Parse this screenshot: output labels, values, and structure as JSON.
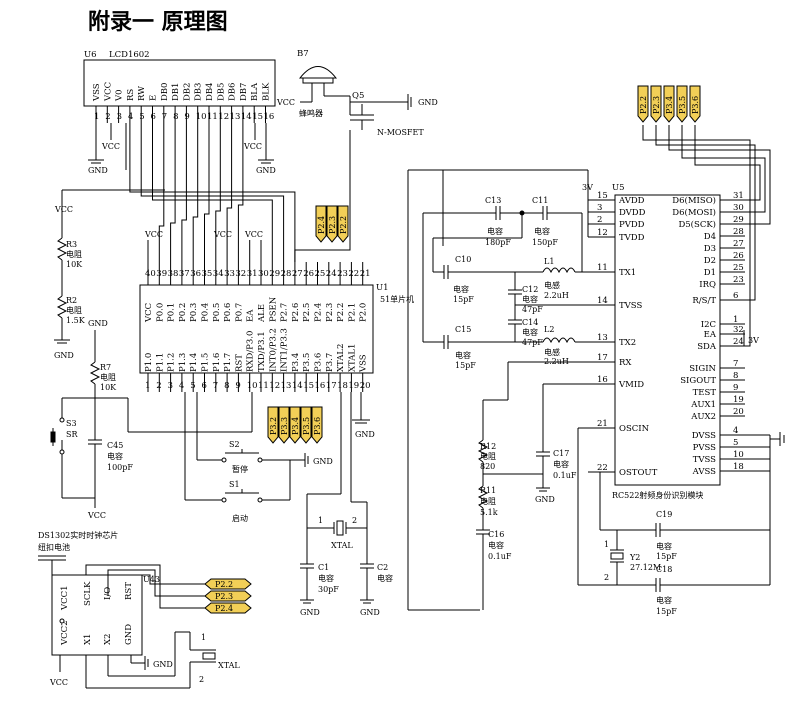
{
  "title": "附录一  原理图",
  "lcd": {
    "ref": "U6",
    "part": "LCD1602",
    "pins": [
      "VSS",
      "VCC",
      "V0",
      "RS",
      "RW",
      "E",
      "DB0",
      "DB1",
      "DB2",
      "DB3",
      "DB4",
      "DB5",
      "DB6",
      "DB7",
      "BLA",
      "BLK"
    ],
    "nums": [
      "1",
      "2",
      "3",
      "4",
      "5",
      "6",
      "7",
      "8",
      "9",
      "10",
      "11",
      "12",
      "13",
      "14",
      "15",
      "16"
    ]
  },
  "buzzer": {
    "ref": "B7",
    "label": "蜂鸣器",
    "vcc": "VCC"
  },
  "mosfet": {
    "ref": "Q5",
    "type": "N-MOSFET",
    "gnd": "GND"
  },
  "mcu": {
    "ref": "U1",
    "part": "51单片机",
    "top_names": [
      "VCC",
      "P0.0",
      "P0.1",
      "P0.2",
      "P0.3",
      "P0.4",
      "P0.5",
      "P0.6",
      "P0.7",
      "EA",
      "ALE",
      "PSEN",
      "P2.7",
      "P2.6",
      "P2.5",
      "P2.4",
      "P2.3",
      "P2.2",
      "P2.1",
      "P2.0"
    ],
    "top_nums": [
      "40",
      "39",
      "38",
      "37",
      "36",
      "35",
      "34",
      "33",
      "32",
      "31",
      "30",
      "29",
      "28",
      "27",
      "26",
      "25",
      "24",
      "23",
      "22",
      "21"
    ],
    "bot_names": [
      "P1.0",
      "P1.1",
      "P1.2",
      "P1.3",
      "P1.4",
      "P1.5",
      "P1.6",
      "P1.7",
      "RST",
      "RXD/P3.0",
      "TXD/P3.1",
      "INT0/P3.2",
      "INT1/P3.3",
      "P3.4",
      "P3.5",
      "P3.6",
      "P3.7",
      "XTAL2",
      "XTAL1",
      "VSS"
    ],
    "bot_nums": [
      "1",
      "2",
      "3",
      "4",
      "5",
      "6",
      "7",
      "8",
      "9",
      "10",
      "11",
      "12",
      "13",
      "14",
      "15",
      "16",
      "17",
      "18",
      "19",
      "20"
    ],
    "top_tags": [
      "P2.4",
      "P2.3",
      "P2.2"
    ],
    "bot_tags": [
      "P3.2",
      "P3.3",
      "P3.4",
      "P3.5",
      "P3.6"
    ],
    "gnd": "GND"
  },
  "rc522": {
    "ref": "U5",
    "part": "RC522射频身份识别模块",
    "supply": "3V",
    "left_pins": [
      {
        "num": "15",
        "name": "AVDD"
      },
      {
        "num": "3",
        "name": "DVDD"
      },
      {
        "num": "2",
        "name": "PVDD"
      },
      {
        "num": "12",
        "name": "TVDD"
      },
      {
        "num": "11",
        "name": "TX1"
      },
      {
        "num": "14",
        "name": "TVSS"
      },
      {
        "num": "13",
        "name": "TX2"
      },
      {
        "num": "17",
        "name": "RX"
      },
      {
        "num": "16",
        "name": "VMID"
      },
      {
        "num": "21",
        "name": "OSCIN"
      },
      {
        "num": "22",
        "name": "OSTOUT"
      }
    ],
    "right_pins": [
      {
        "num": "31",
        "name": "D6(MISO)"
      },
      {
        "num": "30",
        "name": "D6(MOSI)"
      },
      {
        "num": "29",
        "name": "D5(SCK)"
      },
      {
        "num": "28",
        "name": "D4"
      },
      {
        "num": "27",
        "name": "D3"
      },
      {
        "num": "26",
        "name": "D2"
      },
      {
        "num": "25",
        "name": "D1"
      },
      {
        "num": "23",
        "name": "IRQ"
      },
      {
        "num": "6",
        "name": "R/S/T"
      },
      {
        "num": "1",
        "name": "I2C"
      },
      {
        "num": "32",
        "name": "EA"
      },
      {
        "num": "24",
        "name": "SDA"
      },
      {
        "num": "7",
        "name": "SIGIN"
      },
      {
        "num": "8",
        "name": "SIGOUT"
      },
      {
        "num": "9",
        "name": "TEST"
      },
      {
        "num": "19",
        "name": "AUX1"
      },
      {
        "num": "20",
        "name": "AUX2"
      },
      {
        "num": "4",
        "name": "DVSS"
      },
      {
        "num": "5",
        "name": "PVSS"
      },
      {
        "num": "10",
        "name": "TVSS"
      },
      {
        "num": "18",
        "name": "AVSS"
      }
    ],
    "ea_supply": "3V",
    "top_tags": [
      "P2.2",
      "P2.3",
      "P3.4",
      "P3.5",
      "P3.6"
    ]
  },
  "parts": {
    "C13": {
      "ref": "C13",
      "kind": "电容",
      "val": "180pF"
    },
    "C11": {
      "ref": "C11",
      "kind": "电容",
      "val": "150pF"
    },
    "C10": {
      "ref": "C10",
      "kind": "电容",
      "val": "15pF"
    },
    "C12": {
      "ref": "C12",
      "kind": "电容",
      "val": "47pF"
    },
    "C14": {
      "ref": "C14",
      "kind": "电容",
      "val": "47pF"
    },
    "C15": {
      "ref": "C15",
      "kind": "电容",
      "val": "15pF"
    },
    "L1": {
      "ref": "L1",
      "kind": "电感",
      "val": "2.2uH"
    },
    "L2": {
      "ref": "L2",
      "kind": "电感",
      "val": "2.2uH"
    },
    "R12": {
      "ref": "R12",
      "kind": "电阻",
      "val": "820"
    },
    "R11": {
      "ref": "R11",
      "kind": "电阻",
      "val": "5.1k"
    },
    "C17": {
      "ref": "C17",
      "kind": "电容",
      "val": "0.1uF"
    },
    "C16": {
      "ref": "C16",
      "kind": "电容",
      "val": "0.1uF"
    },
    "C19": {
      "ref": "C19",
      "kind": "电容",
      "val": "15pF"
    },
    "C18": {
      "ref": "C18",
      "kind": "电容",
      "val": "15pF"
    },
    "Y2": {
      "ref": "Y2",
      "val": "27.12M"
    },
    "R3": {
      "ref": "R3",
      "kind": "电阻",
      "val": "10K"
    },
    "R2": {
      "ref": "R2",
      "kind": "电阻",
      "val": "1.5K"
    },
    "R7": {
      "ref": "R7",
      "kind": "电阻",
      "val": "10K"
    },
    "C45": {
      "ref": "C45",
      "kind": "电容",
      "val": "100pF"
    },
    "C1": {
      "ref": "C1",
      "kind": "电容",
      "val": "30pF"
    },
    "C2": {
      "ref": "C2",
      "kind": "电容",
      "val": ""
    },
    "XTAL1": {
      "label": "XTAL"
    },
    "S3": {
      "ref": "S3",
      "label": "SR"
    },
    "S2": {
      "ref": "S2",
      "label": "暂停"
    },
    "S1": {
      "ref": "S1",
      "label": "启动"
    }
  },
  "ds1302": {
    "title": "DS1302实时时钟芯片",
    "battery": "纽扣电池",
    "ref": "U43",
    "pins": {
      "vcc1": "VCC1",
      "sclk": "SCLK",
      "io": "I/O",
      "rst": "RST",
      "vcc2": "VCC2",
      "x1": "X1",
      "x2": "X2",
      "gnd": "GND"
    },
    "nums": {
      "n1": "1",
      "n2": "2"
    },
    "tags": [
      "P2.2",
      "P2.3",
      "P2.4"
    ],
    "xtal": "XTAL",
    "gnd": "GND"
  },
  "labels": {
    "vcc": "VCC",
    "gnd": "GND",
    "three_v": "3V",
    "one": "1",
    "two": "2"
  }
}
